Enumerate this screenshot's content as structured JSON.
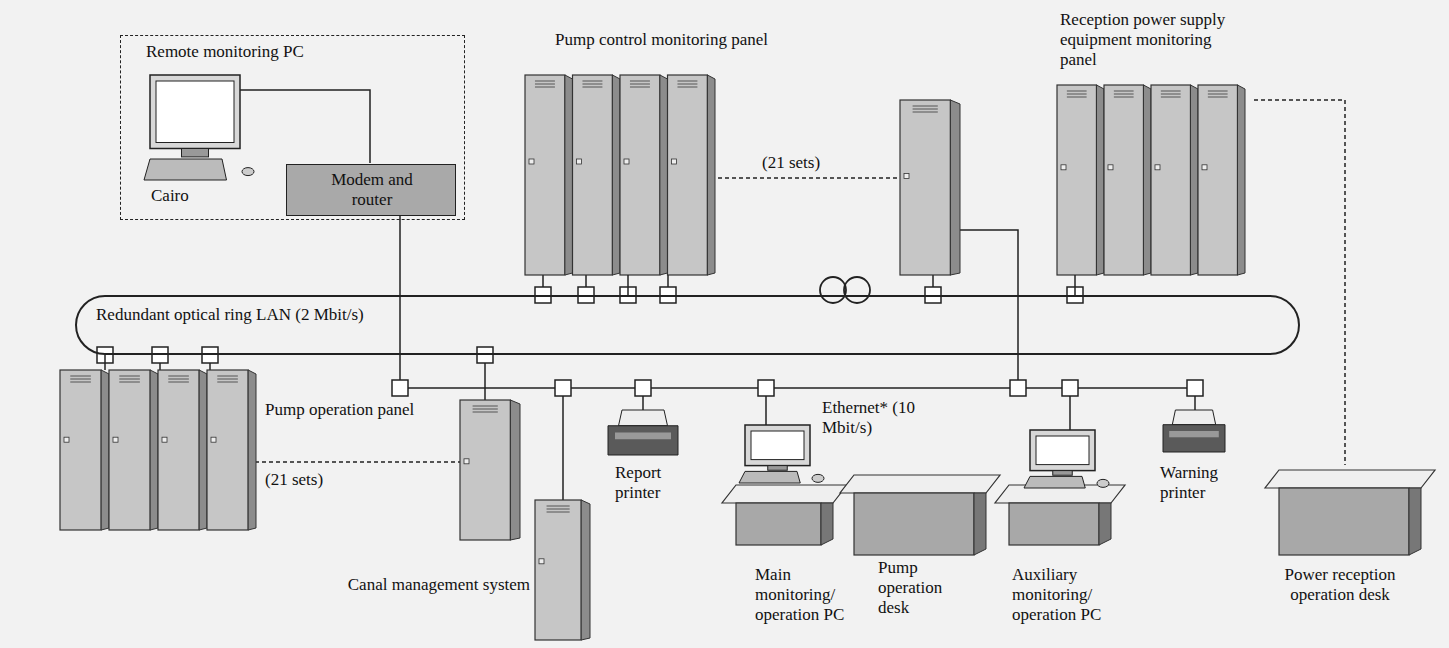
{
  "diagram": {
    "nodes": [
      {
        "text": [
          "Remote monitoring PC",
          "Cairo"
        ]
      },
      {
        "text": [
          "Modem and router"
        ],
        "in": 0
      },
      {
        "text": [
          "Pump control monitoring panel"
        ]
      },
      {
        "text": [
          "Reception power supply equipment monitoring panel"
        ]
      },
      {
        "text": [
          "Redundant optical ring LAN (2 Mbit/s)"
        ]
      },
      {
        "text": [
          "Pump operation panel"
        ]
      },
      {
        "text": [
          "Canal management system"
        ]
      },
      {
        "text": [
          "Report printer"
        ]
      },
      {
        "text": [
          "Main monitoring/ operation PC"
        ]
      },
      {
        "text": [
          "Pump operation desk"
        ]
      },
      {
        "text": [
          "Auxiliary monitoring/ operation PC"
        ]
      },
      {
        "text": [
          "Warning printer"
        ]
      },
      {
        "text": [
          "Power reception operation desk"
        ]
      }
    ],
    "edges": [
      {
        "from": 2,
        "to": 4,
        "arrow": "none"
      },
      {
        "from": 3,
        "to": 4,
        "arrow": "none"
      },
      {
        "from": 5,
        "to": 4,
        "arrow": "none"
      },
      {
        "from": 3,
        "to": 12,
        "arrow": "none"
      }
    ],
    "labels": [
      "(21 sets)",
      "(21 sets)",
      "Ethernet* (10 Mbit/s)"
    ]
  }
}
